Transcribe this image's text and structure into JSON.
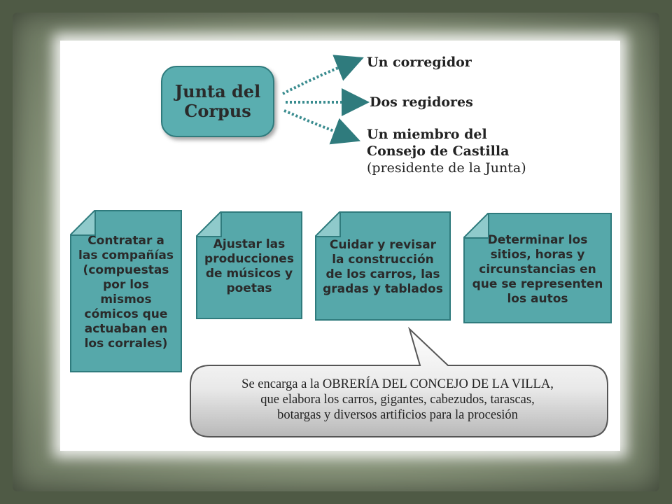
{
  "junta": {
    "title_line1": "Junta del",
    "title_line2": "Corpus"
  },
  "members": [
    {
      "line1": "Un corregidor"
    },
    {
      "line1": "Dos regidores"
    },
    {
      "line1": "Un miembro del",
      "line2": "Consejo de Castilla",
      "line3": "(presidente de la Junta)"
    }
  ],
  "tasks": [
    {
      "lines": [
        "Contratar a",
        "las compañías",
        "(compuestas",
        "por los",
        "mismos",
        "cómicos que",
        "actuaban en",
        "los corrales)"
      ]
    },
    {
      "lines": [
        "Ajustar las",
        "producciones",
        "de músicos y",
        "poetas"
      ]
    },
    {
      "lines": [
        "Cuidar y revisar",
        "la construcción",
        "de los carros, las",
        "gradas y tablados"
      ]
    },
    {
      "lines": [
        "Determinar los",
        "sitios, horas y",
        "circunstancias en",
        "que se representen",
        "los autos"
      ]
    }
  ],
  "callout": {
    "line1": "Se encarga a la OBRERÍA DEL CONCEJO DE LA VILLA,",
    "line2": "que elabora los carros, gigantes, cabezudos, tarascas,",
    "line3": "botargas y diversos artificios para la procesión"
  },
  "colors": {
    "teal": "#56a8aa",
    "teal_dark": "#2f7b7d",
    "frame": "#8f9b80"
  }
}
